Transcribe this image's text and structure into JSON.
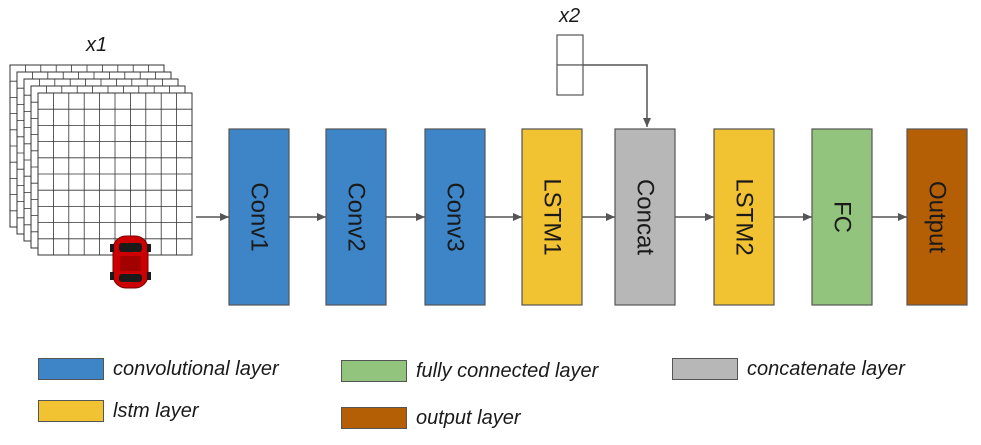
{
  "diagram": {
    "input_multiplier": "x1",
    "side_input_multiplier": "x2",
    "layers": [
      {
        "id": "conv1",
        "label": "Conv1",
        "type": "conv"
      },
      {
        "id": "conv2",
        "label": "Conv2",
        "type": "conv"
      },
      {
        "id": "conv3",
        "label": "Conv3",
        "type": "conv"
      },
      {
        "id": "lstm1",
        "label": "LSTM1",
        "type": "lstm"
      },
      {
        "id": "concat",
        "label": "Concat",
        "type": "concat"
      },
      {
        "id": "lstm2",
        "label": "LSTM2",
        "type": "lstm"
      },
      {
        "id": "fc",
        "label": "FC",
        "type": "fc"
      },
      {
        "id": "output",
        "label": "Output",
        "type": "output"
      }
    ]
  },
  "colors": {
    "conv": "#3d85c6",
    "lstm": "#f1c232",
    "concat": "#b7b7b7",
    "fc": "#93c47d",
    "output": "#b45f06",
    "car": "#cc0000"
  },
  "legend": {
    "conv": "convolutional layer",
    "fc": "fully connected layer",
    "concat": "concatenate  layer",
    "lstm": "lstm layer",
    "output": "output layer"
  }
}
